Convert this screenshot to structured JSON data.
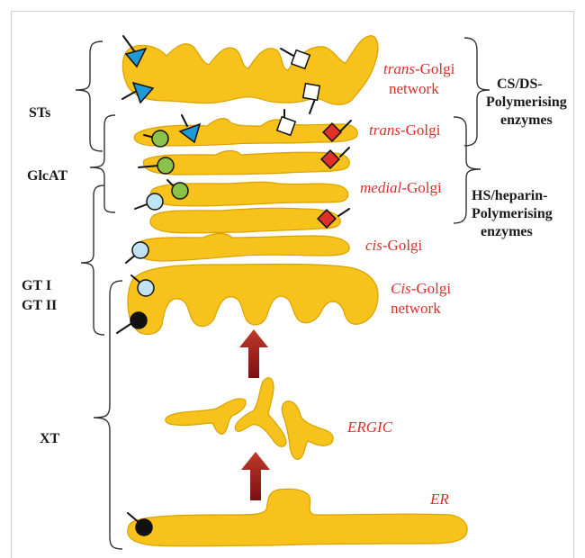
{
  "compartments": {
    "trans_golgi_network": {
      "italic": "trans",
      "rest": "-Golgi",
      "line2": "network"
    },
    "trans_golgi": {
      "italic": "trans",
      "rest": "-Golgi"
    },
    "medial_golgi": {
      "italic": "medial",
      "rest": "-Golgi"
    },
    "cis_golgi": {
      "italic": "cis",
      "rest": "-Golgi"
    },
    "cis_golgi_network": {
      "italic": "Cis",
      "rest": "-Golgi",
      "line2": "network"
    },
    "ergic": "ERGIC",
    "er": "ER"
  },
  "left_enzymes": {
    "sts": "STs",
    "glcat": "GlcAT",
    "gt1": "GT I",
    "gt2": "GT II",
    "xt": "XT"
  },
  "right_enzymes": {
    "csds": [
      "CS/DS-",
      "Polymerising",
      "enzymes"
    ],
    "hs": [
      "HS/heparin-",
      "Polymerising",
      "enzymes"
    ]
  },
  "colors": {
    "organelle": "#f7c21b",
    "label_red": "#d9302b",
    "arrow": "#9b1d1d",
    "triangle": "#1e9ad6",
    "circle_green": "#8bc34a",
    "circle_blue": "#bfe3f3",
    "diamond_red": "#e0302a",
    "square_white": "#ffffff",
    "circle_black": "#111111"
  }
}
